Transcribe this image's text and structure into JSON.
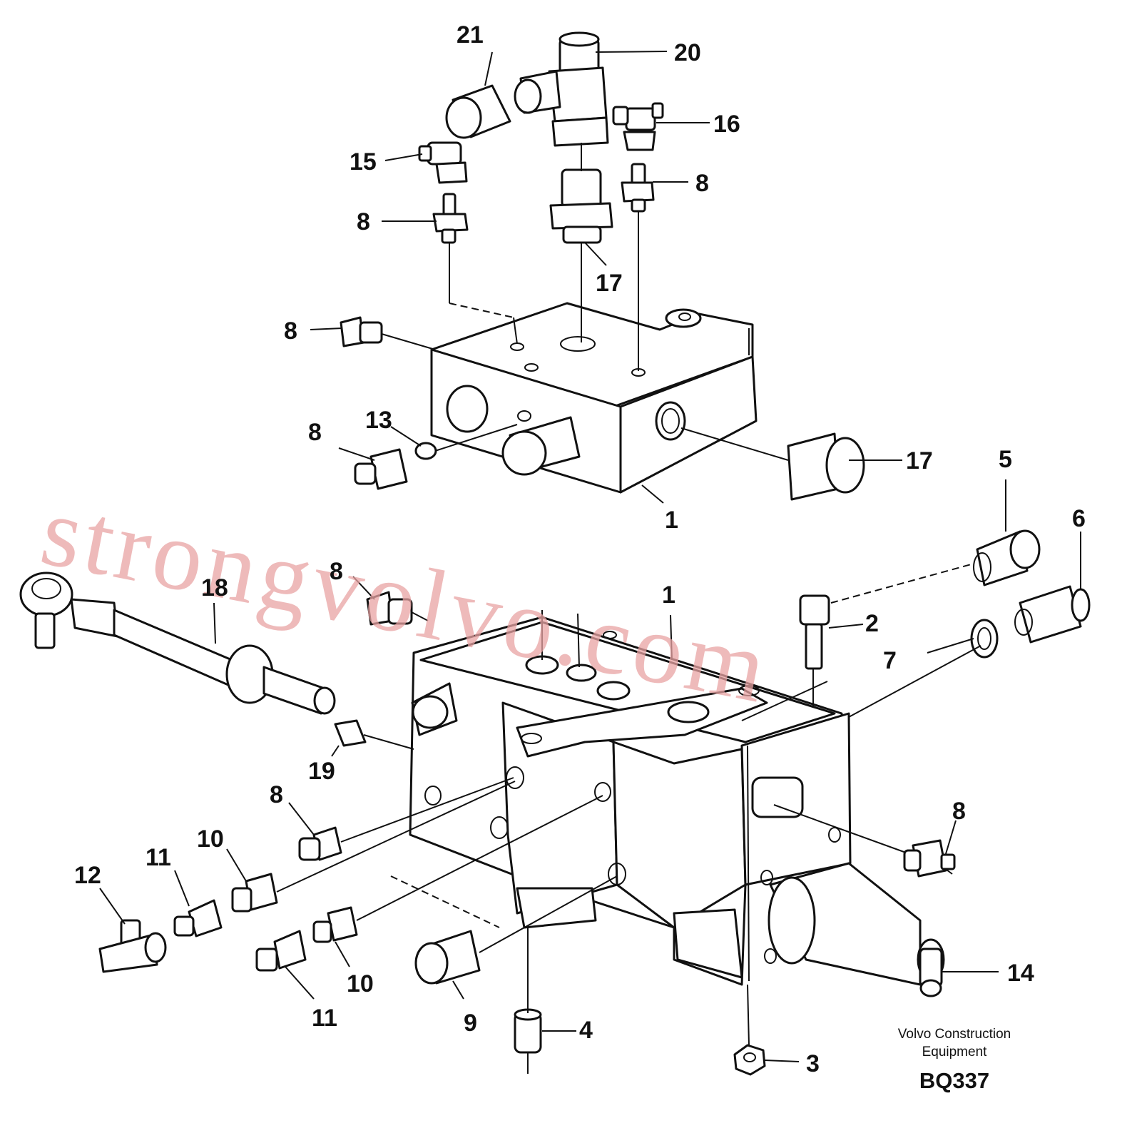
{
  "callouts": [
    {
      "id": "c21",
      "label": "21"
    },
    {
      "id": "c20",
      "label": "20"
    },
    {
      "id": "c16",
      "label": "16"
    },
    {
      "id": "c15",
      "label": "15"
    },
    {
      "id": "c8a",
      "label": "8"
    },
    {
      "id": "c8b",
      "label": "8"
    },
    {
      "id": "c17a",
      "label": "17"
    },
    {
      "id": "c8c",
      "label": "8"
    },
    {
      "id": "c8d",
      "label": "8"
    },
    {
      "id": "c13",
      "label": "13"
    },
    {
      "id": "c17b",
      "label": "17"
    },
    {
      "id": "c1a",
      "label": "1"
    },
    {
      "id": "c5",
      "label": "5"
    },
    {
      "id": "c6",
      "label": "6"
    },
    {
      "id": "c18",
      "label": "18"
    },
    {
      "id": "c8e",
      "label": "8"
    },
    {
      "id": "c1b",
      "label": "1"
    },
    {
      "id": "c2",
      "label": "2"
    },
    {
      "id": "c7",
      "label": "7"
    },
    {
      "id": "c19",
      "label": "19"
    },
    {
      "id": "c8f",
      "label": "8"
    },
    {
      "id": "c8g",
      "label": "8"
    },
    {
      "id": "c12",
      "label": "12"
    },
    {
      "id": "c11a",
      "label": "11"
    },
    {
      "id": "c10a",
      "label": "10"
    },
    {
      "id": "c10b",
      "label": "10"
    },
    {
      "id": "c11b",
      "label": "11"
    },
    {
      "id": "c9",
      "label": "9"
    },
    {
      "id": "c4",
      "label": "4"
    },
    {
      "id": "c14",
      "label": "14"
    },
    {
      "id": "c3",
      "label": "3"
    }
  ],
  "credit": {
    "line1": "Volvo Construction",
    "line2": "Equipment"
  },
  "drawing_code": "BQ337",
  "watermark": "strongvolvo.com",
  "colors": {
    "ink": "#111111",
    "paper": "#ffffff",
    "watermark": "#e8a3a3"
  }
}
